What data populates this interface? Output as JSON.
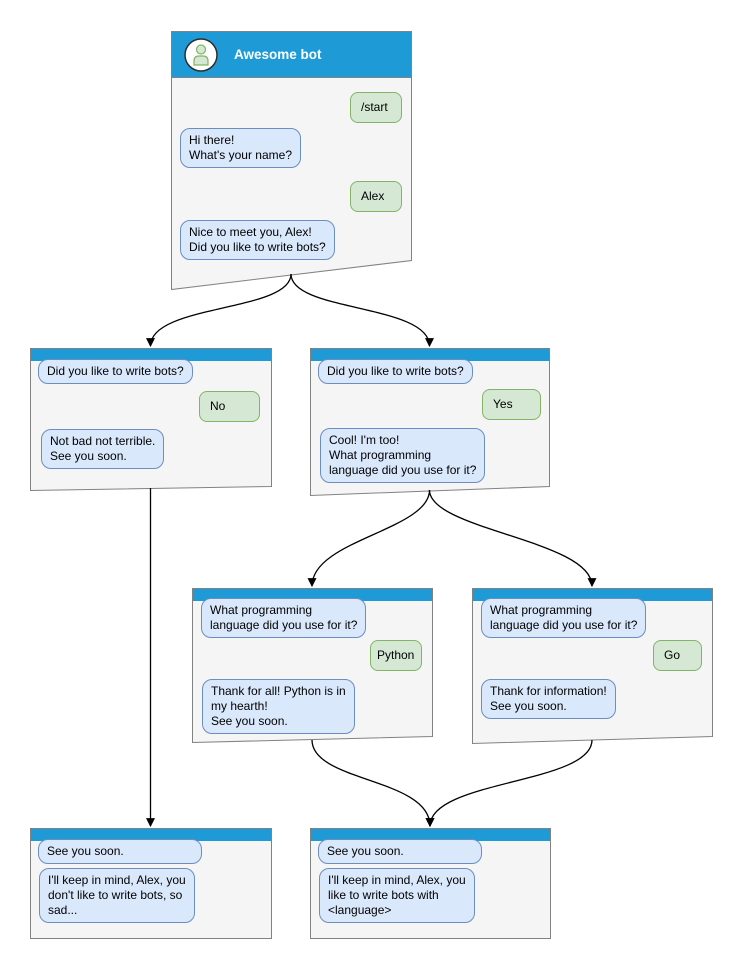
{
  "colors": {
    "header_blue": "#1e9bd7",
    "bot_bubble_fill": "#dae8fc",
    "bot_bubble_border": "#6c8ebf",
    "user_bubble_fill": "#d5e8d4",
    "user_bubble_border": "#82b366",
    "window_fill": "#f5f5f5",
    "window_border": "#828282",
    "connector": "#000000"
  },
  "windows": {
    "main": {
      "title": "Awesome bot",
      "avatar_icon": "person-icon",
      "messages": [
        {
          "role": "user",
          "text": "/start"
        },
        {
          "role": "bot",
          "text": "Hi there!\nWhat's your name?"
        },
        {
          "role": "user",
          "text": "Alex"
        },
        {
          "role": "bot",
          "text": "Nice to meet you, Alex!\nDid you like to write bots?"
        }
      ]
    },
    "branch_no": {
      "messages": [
        {
          "role": "bot",
          "text": "Did you like to write bots?"
        },
        {
          "role": "user",
          "text": "No"
        },
        {
          "role": "bot",
          "text": "Not bad not terrible.\nSee you soon."
        }
      ]
    },
    "branch_yes": {
      "messages": [
        {
          "role": "bot",
          "text": "Did you like to write bots?"
        },
        {
          "role": "user",
          "text": "Yes"
        },
        {
          "role": "bot",
          "text": "Cool! I'm too!\nWhat programming\nlanguage did you use for it?"
        }
      ]
    },
    "lang_python": {
      "messages": [
        {
          "role": "bot",
          "text": "What programming\nlanguage did you use for it?"
        },
        {
          "role": "user",
          "text": "Python"
        },
        {
          "role": "bot",
          "text": "Thank for all! Python is in\nmy hearth!\nSee you soon."
        }
      ]
    },
    "lang_go": {
      "messages": [
        {
          "role": "bot",
          "text": "What programming\nlanguage did you use for it?"
        },
        {
          "role": "user",
          "text": "Go"
        },
        {
          "role": "bot",
          "text": "Thank for information!\nSee you soon."
        }
      ]
    },
    "end_no": {
      "messages": [
        {
          "role": "bot",
          "text": "See you soon."
        },
        {
          "role": "bot",
          "text": "I'll keep in mind, Alex, you\ndon't like to write bots, so\nsad..."
        }
      ]
    },
    "end_yes": {
      "messages": [
        {
          "role": "bot",
          "text": "See you soon."
        },
        {
          "role": "bot",
          "text": "I'll keep in mind, Alex, you\nlike to write bots with\n<language>"
        }
      ]
    }
  }
}
